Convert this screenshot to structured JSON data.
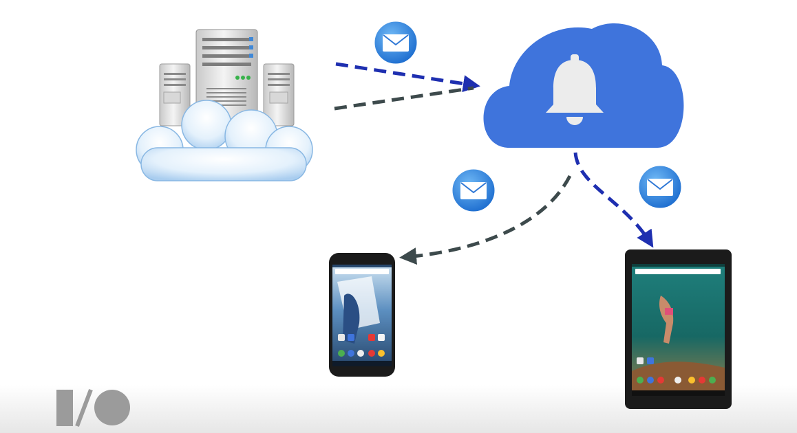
{
  "slide": {
    "logo_text": "I/O",
    "colors": {
      "cloud_blue": "#3f74dc",
      "arrow_blue": "#1e2fb0",
      "arrow_gray": "#3d4a4c",
      "badge_blue": "#2f86e0",
      "device_frame": "#1b1b1b"
    }
  },
  "diagram": {
    "nodes": [
      {
        "id": "app-server",
        "icon": "server-rack-cloud-icon"
      },
      {
        "id": "push-service",
        "icon": "cloud-bell-icon"
      },
      {
        "id": "phone",
        "icon": "android-phone-icon"
      },
      {
        "id": "tablet",
        "icon": "android-tablet-icon"
      }
    ],
    "edges": [
      {
        "from": "app-server",
        "to": "push-service",
        "style": "dashed",
        "color": "blue",
        "badge": "envelope-icon"
      },
      {
        "from": "app-server",
        "to": "push-service",
        "style": "dashed",
        "color": "gray"
      },
      {
        "from": "push-service",
        "to": "phone",
        "style": "dashed",
        "color": "gray",
        "badge": "envelope-icon"
      },
      {
        "from": "push-service",
        "to": "tablet",
        "style": "dashed",
        "color": "blue",
        "badge": "envelope-icon"
      }
    ]
  }
}
